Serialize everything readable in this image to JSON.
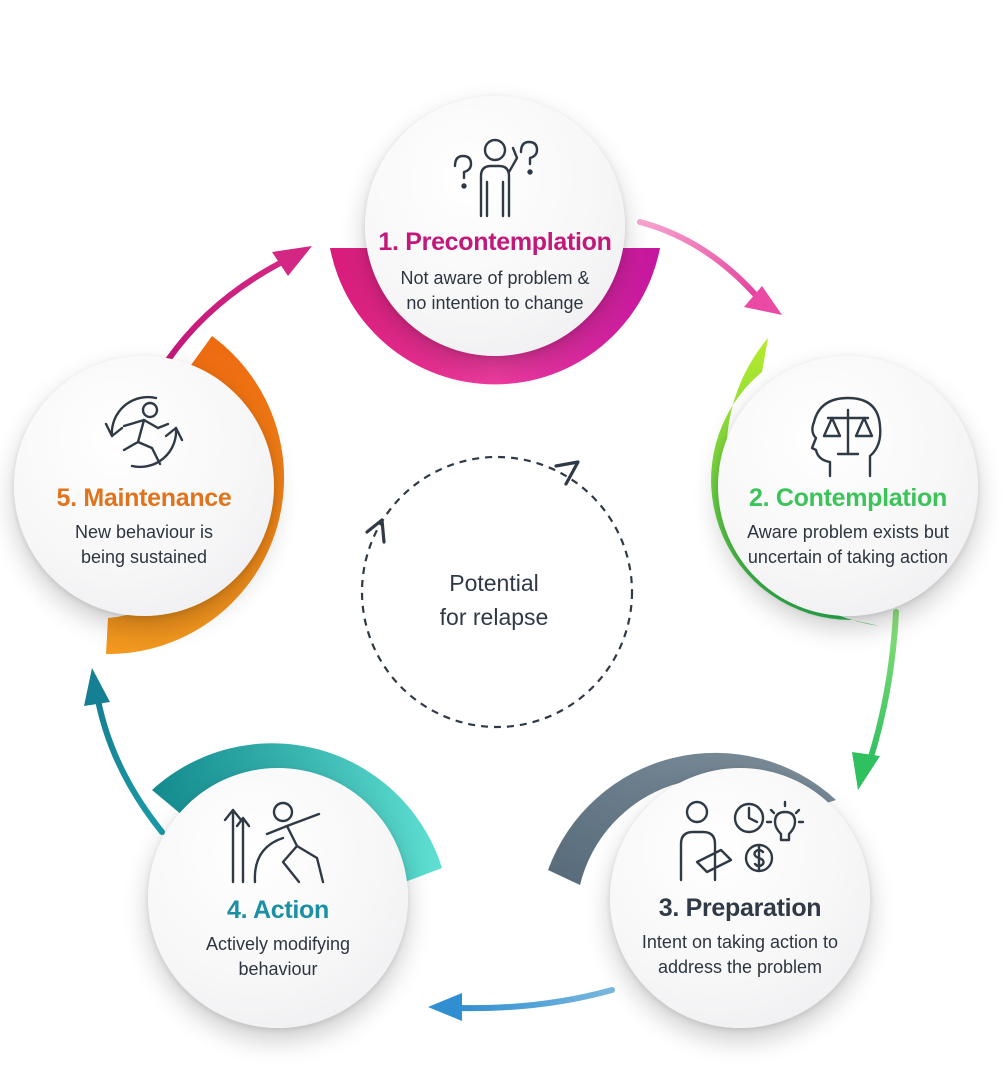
{
  "stages": [
    {
      "title": "1. Precontemplation",
      "description": "Not aware of problem & no intention to change",
      "icon": "confused-person-icon",
      "color": "#c2187a"
    },
    {
      "title": "2. Contemplation",
      "description": "Aware problem exists but uncertain of taking action",
      "icon": "head-scales-icon",
      "color": "#3cc35a"
    },
    {
      "title": "3. Preparation",
      "description": "Intent on taking action to address the problem",
      "icon": "planning-person-icon",
      "color": "#2f3a46"
    },
    {
      "title": "4. Action",
      "description": "Actively modifying behaviour",
      "icon": "climbing-person-icon",
      "color": "#1b8fa3"
    },
    {
      "title": "5. Maintenance",
      "description": "New behaviour is being sustained",
      "icon": "running-cycle-icon",
      "color": "#e0731c"
    }
  ],
  "center": {
    "line1": "Potential",
    "line2": "for relapse"
  }
}
